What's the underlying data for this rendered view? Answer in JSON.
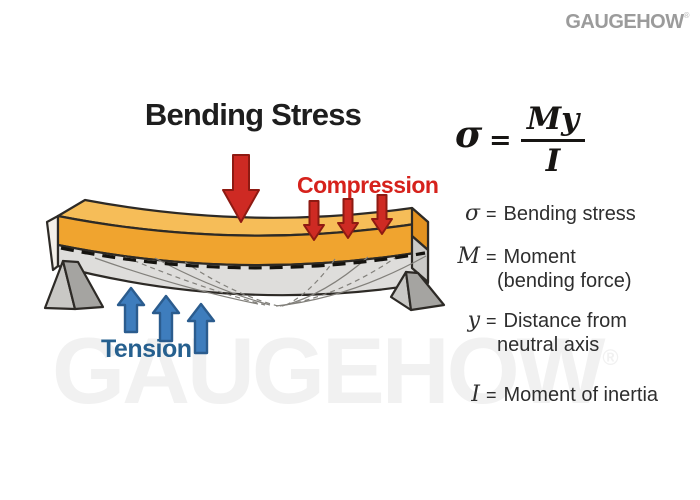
{
  "logo": {
    "text": "GAUGEHOW",
    "registered": "®"
  },
  "watermark": {
    "text": "GAUGEHOW",
    "registered": "®"
  },
  "title": "Bending Stress",
  "formula": {
    "sigma": "σ",
    "equals": "=",
    "numerator": "My",
    "denominator": "I"
  },
  "diagram": {
    "compression_label": "Compression",
    "tension_label": "Tension",
    "beam_layers": [
      "compression zone (top, orange)",
      "tension zone (bottom, gray)"
    ],
    "neutral_axis": "dashed line between layers"
  },
  "legend": {
    "items": [
      {
        "symbol": "σ",
        "eq": "=",
        "text": "Bending stress",
        "note": ""
      },
      {
        "symbol": "M",
        "eq": "=",
        "text": "Moment",
        "note": "(bending force)"
      },
      {
        "symbol": "y",
        "eq": "=",
        "text": "Distance from",
        "note": "neutral axis"
      },
      {
        "symbol": "I",
        "eq": "=",
        "text": "Moment of inertia",
        "note": ""
      }
    ]
  },
  "colors": {
    "accent_red": "#d6221c",
    "arrow_red_fill": "#ce2a23",
    "arrow_red_stroke": "#8e1a12",
    "accent_blue": "#26608f",
    "arrow_blue_fill": "#3e7dbd",
    "arrow_blue_stroke": "#2b5c8e",
    "beam_top": "#f6bd58",
    "beam_front": "#f0a42f",
    "beam_cap_right": "#e29220",
    "beam_cap_left": "#f3efe8",
    "beam_gray": "#dedddb",
    "beam_gray_cap": "#cbcac7",
    "support_light": "#c9c8c5",
    "support_dark": "#a5a4a1",
    "outline": "#2d2a26",
    "logo_gray": "#9b9b9b",
    "watermark": "#f1f1f1",
    "text_dark": "#1e1e1e",
    "legend_text": "#2e2e2e"
  }
}
